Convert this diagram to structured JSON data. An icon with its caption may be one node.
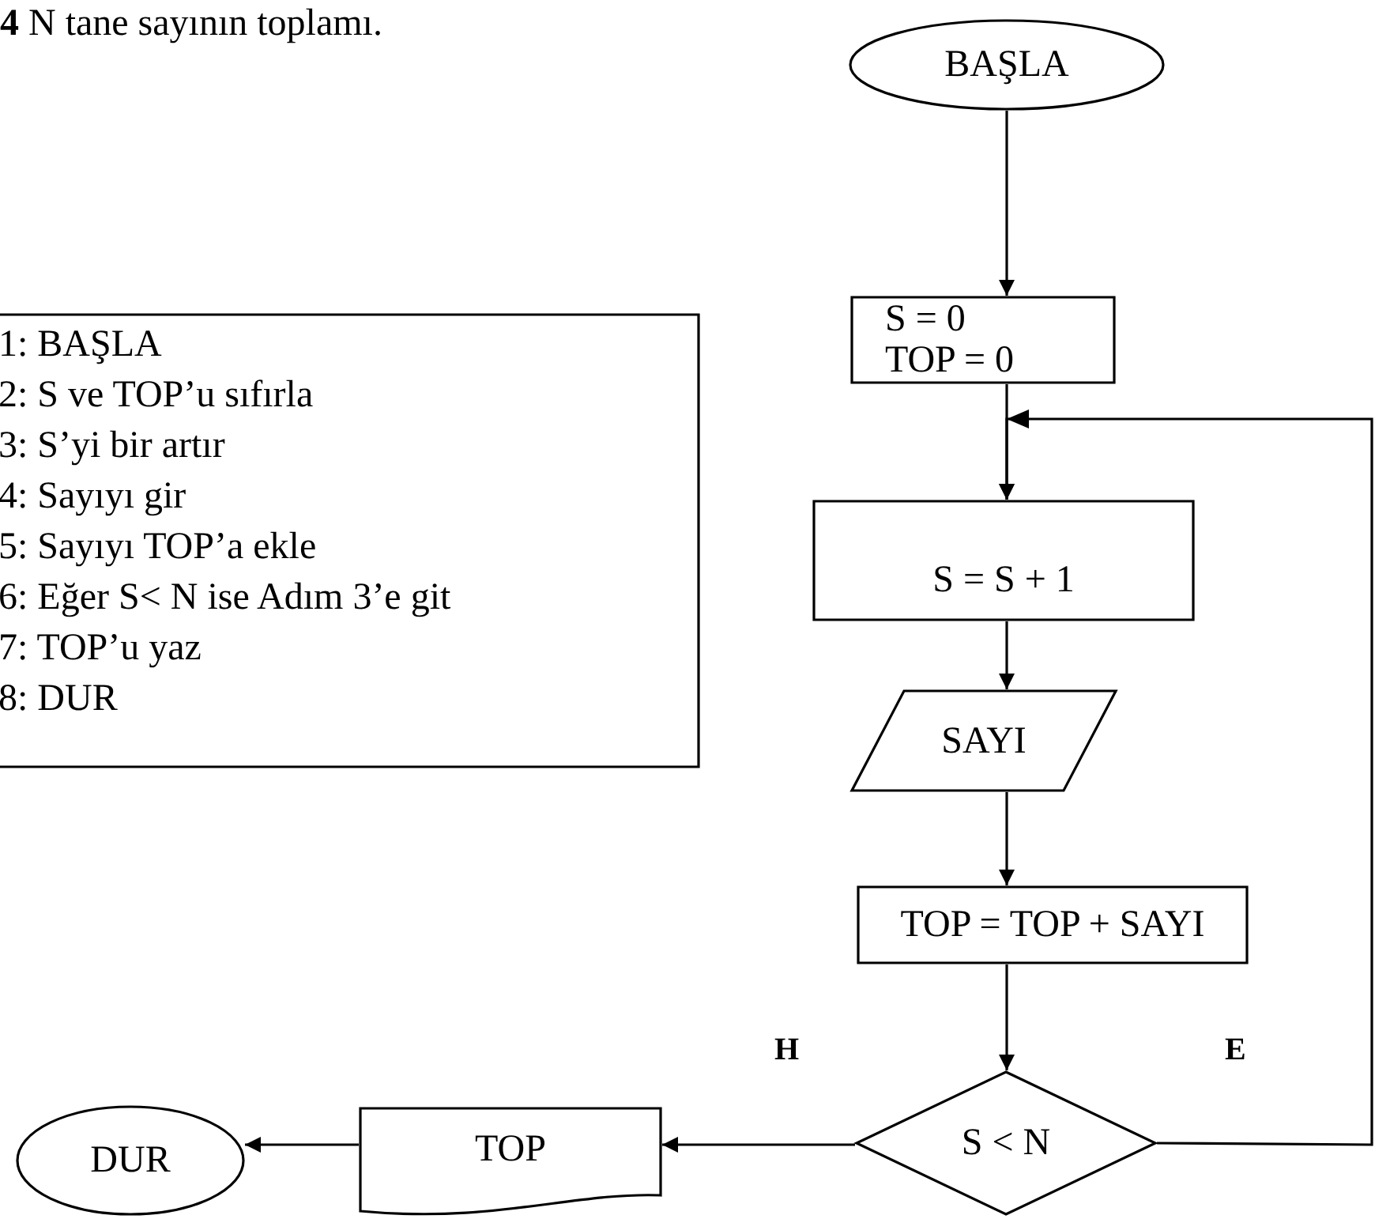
{
  "diagram": {
    "title": "**4**  N tane sayının toplamı.",
    "nodes": [
      {
        "text": [
          "BAŞLA"
        ]
      },
      {
        "text": [
          "S = 0",
          "TOP = 0"
        ]
      },
      {
        "text": [
          "S =  S + 1"
        ]
      },
      {
        "text": [
          "SAYI"
        ]
      },
      {
        "text": [
          "TOP = TOP + SAYI"
        ]
      },
      {
        "text": [
          "S < N"
        ]
      },
      {
        "text": [
          "TOP"
        ]
      },
      {
        "text": [
          "DUR"
        ]
      },
      {
        "text": [
          "1: BAŞLA",
          "2: S ve TOP’u sıfırla",
          "3: S’yi bir artır",
          "4: Sayıyı gir",
          "5: Sayıyı TOP’a ekle",
          "6: Eğer S< N ise Adım 3’e git",
          "7: TOP’u yaz",
          "8: DUR"
        ]
      }
    ],
    "edges": [
      {
        "from": 0,
        "to": 1,
        "arrow": "to"
      },
      {
        "from": 1,
        "to": 2,
        "arrow": "to"
      },
      {
        "from": 2,
        "to": 3,
        "arrow": "to"
      },
      {
        "from": 3,
        "to": 4,
        "arrow": "to"
      },
      {
        "from": 4,
        "to": 5,
        "arrow": "to"
      },
      {
        "from": 5,
        "to": 6,
        "arrow": "to",
        "label": "H"
      },
      {
        "from": 6,
        "to": 7,
        "arrow": "to"
      },
      {
        "from": 5,
        "to": 2,
        "arrow": "to",
        "label": "E"
      }
    ]
  }
}
